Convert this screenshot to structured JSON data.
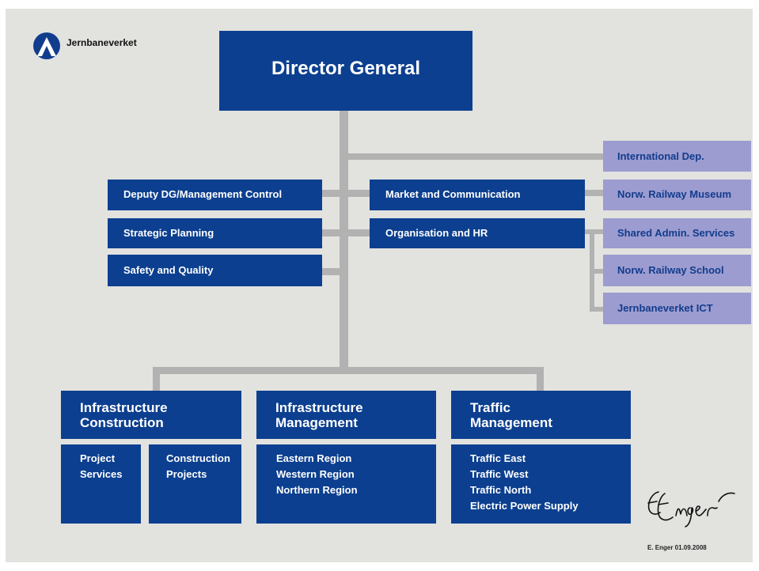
{
  "logo": {
    "text": "Jernbaneverket"
  },
  "director": "Director General",
  "staff_left": [
    "Deputy DG/Management Control",
    "Strategic Planning",
    "Safety and Quality"
  ],
  "staff_mid": [
    "Market and Communication",
    "Organisation and HR"
  ],
  "staff_right": [
    "International Dep.",
    "Norw. Railway Museum",
    "Shared Admin. Services",
    "Norw. Railway School",
    "Jernbaneverket ICT"
  ],
  "divisions": [
    {
      "title_line1": "Infrastructure",
      "title_line2": "Construction",
      "subboxes": [
        [
          "Project",
          "Services"
        ],
        [
          "Construction",
          "Projects"
        ]
      ]
    },
    {
      "title_line1": "Infrastructure",
      "title_line2": "Management",
      "items": [
        "Eastern Region",
        "Western Region",
        "Northern Region"
      ]
    },
    {
      "title_line1": "Traffic",
      "title_line2": "Management",
      "items": [
        "Traffic East",
        "Traffic West",
        "Traffic North",
        "Electric Power Supply"
      ]
    }
  ],
  "signature": {
    "script": "EEnger",
    "caption": "E. Enger 01.09.2008"
  },
  "colors": {
    "background": "#e2e2df",
    "box": "#0c3f8f",
    "box_light": "#9c9cd0",
    "connector": "#b2b2b2"
  }
}
